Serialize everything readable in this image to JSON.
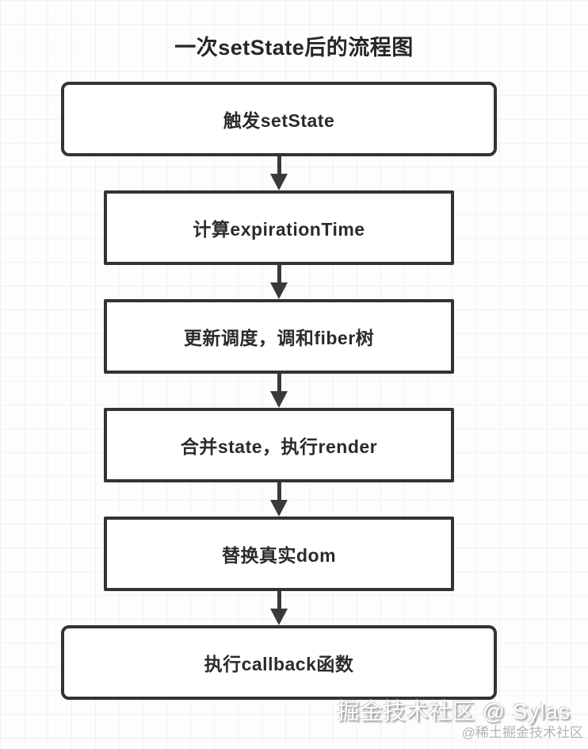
{
  "title": "一次setState后的流程图",
  "flowchart": {
    "direction": "top-down",
    "nodes": [
      {
        "id": "trigger-setstate",
        "label": "触发setState",
        "shape": "rounded-rect"
      },
      {
        "id": "calc-expiration-time",
        "label": "计算expirationTime",
        "shape": "rect"
      },
      {
        "id": "schedule-reconcile",
        "label": "更新调度，调和fiber树",
        "shape": "rect"
      },
      {
        "id": "merge-state-render",
        "label": "合并state，执行render",
        "shape": "rect"
      },
      {
        "id": "replace-real-dom",
        "label": "替换真实dom",
        "shape": "rect"
      },
      {
        "id": "run-callback",
        "label": "执行callback函数",
        "shape": "rounded-rect"
      }
    ],
    "edges": [
      {
        "from": "trigger-setstate",
        "to": "calc-expiration-time",
        "type": "arrow-down"
      },
      {
        "from": "calc-expiration-time",
        "to": "schedule-reconcile",
        "type": "arrow-down"
      },
      {
        "from": "schedule-reconcile",
        "to": "merge-state-render",
        "type": "arrow-down"
      },
      {
        "from": "merge-state-render",
        "to": "replace-real-dom",
        "type": "arrow-down"
      },
      {
        "from": "replace-real-dom",
        "to": "run-callback",
        "type": "arrow-down"
      }
    ]
  },
  "watermark": {
    "primary": "掘金技术社区 @ Sylas",
    "secondary": "@稀土掘金技术社区"
  },
  "colors": {
    "background": "#fdfdfd",
    "grid_line": "#f1f1f1",
    "node_border": "#333333",
    "node_fill": "#ffffff",
    "node_text": "#2b2b2b",
    "arrow": "#3a3a3a",
    "watermark_primary": "#ffffff",
    "watermark_secondary": "#b3b3b3"
  }
}
